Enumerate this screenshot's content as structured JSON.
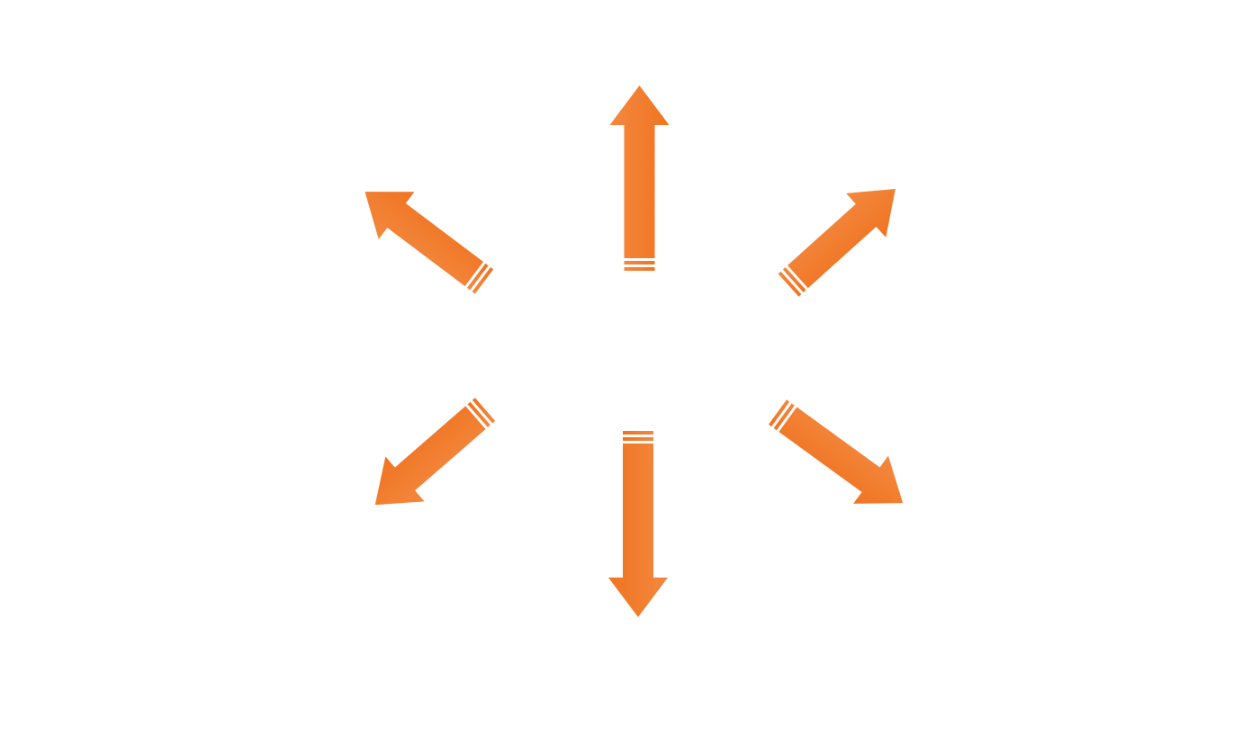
{
  "diagram": {
    "title": "",
    "type": "radial-arrows",
    "arrow_count": 6,
    "colors": {
      "arrow_light": "#f4883f",
      "arrow_dark": "#ef7421",
      "background": "#ffffff",
      "stripe_gap": "#ffffff"
    },
    "arrows": [
      {
        "id": "up",
        "direction": "up",
        "angle_deg": 0,
        "tail_stripes": 2
      },
      {
        "id": "up-right",
        "direction": "up-right",
        "angle_deg": 48,
        "tail_stripes": 2
      },
      {
        "id": "down-right",
        "direction": "down-right",
        "angle_deg": 126,
        "tail_stripes": 2
      },
      {
        "id": "down",
        "direction": "down",
        "angle_deg": 180,
        "tail_stripes": 2
      },
      {
        "id": "down-left",
        "direction": "down-left",
        "angle_deg": 229,
        "tail_stripes": 2
      },
      {
        "id": "up-left",
        "direction": "up-left",
        "angle_deg": 307,
        "tail_stripes": 2
      }
    ]
  }
}
